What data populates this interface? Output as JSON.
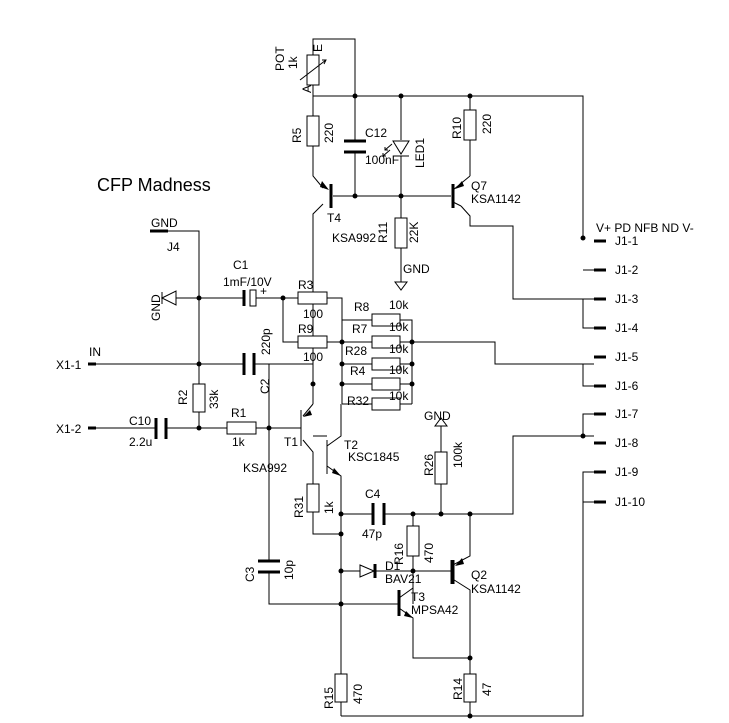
{
  "title": "CFP Madness",
  "connector_header": "V+ PD NFB ND V-",
  "parts": {
    "pot": {
      "ref": "POT",
      "value": "1k",
      "pin_e": "E",
      "pin_a": "A"
    },
    "r5": {
      "ref": "R5",
      "value": "220"
    },
    "c12": {
      "ref": "C12",
      "value": "100nF"
    },
    "led1": {
      "ref": "LED1"
    },
    "r10": {
      "ref": "R10",
      "value": "220"
    },
    "q7": {
      "ref": "Q7",
      "value": "KSA1142"
    },
    "t4": {
      "ref": "T4",
      "value": "KSA992"
    },
    "r11": {
      "ref": "R11",
      "value": "22K"
    },
    "gnd_top": {
      "label": "GND"
    },
    "j4": {
      "ref": "J4",
      "label": "GND"
    },
    "c1": {
      "ref": "C1",
      "value": "1mF/10V",
      "plus": "+"
    },
    "gnd_diode": {
      "label": "GND"
    },
    "r3": {
      "ref": "R3",
      "value": "100"
    },
    "r9": {
      "ref": "R9",
      "value": "100"
    },
    "r8": {
      "ref": "R8",
      "value": "10k"
    },
    "r7": {
      "ref": "R7",
      "value": "10k"
    },
    "r28": {
      "ref": "R28",
      "value": "10k"
    },
    "r4": {
      "ref": "R4",
      "value": "10k"
    },
    "r32": {
      "ref": "R32",
      "value": "10k"
    },
    "c2": {
      "ref": "C2",
      "value": "220p"
    },
    "in": {
      "label": "IN"
    },
    "x1_1": {
      "label": "X1-1"
    },
    "x1_2": {
      "label": "X1-2"
    },
    "r2": {
      "ref": "R2",
      "value": "33k"
    },
    "c10": {
      "ref": "C10",
      "value": "2.2u"
    },
    "r1": {
      "ref": "R1",
      "value": "1k"
    },
    "t1": {
      "ref": "T1",
      "value": "KSA992"
    },
    "t2": {
      "ref": "T2",
      "value": "KSC1845"
    },
    "gnd_r26": {
      "label": "GND"
    },
    "r26": {
      "ref": "R26",
      "value": "100k"
    },
    "r31": {
      "ref": "R31",
      "value": "1k"
    },
    "c4": {
      "ref": "C4",
      "value": "47p"
    },
    "r16": {
      "ref": "R16",
      "value": "470"
    },
    "d1": {
      "ref": "D1",
      "value": "BAV21"
    },
    "q2": {
      "ref": "Q2",
      "value": "KSA1142"
    },
    "c3": {
      "ref": "C3",
      "value": "10p"
    },
    "t3": {
      "ref": "T3",
      "value": "MPSA42"
    },
    "r15": {
      "ref": "R15",
      "value": "470"
    },
    "r14": {
      "ref": "R14",
      "value": "47"
    }
  },
  "connector_pins": [
    "J1-1",
    "J1-2",
    "J1-3",
    "J1-4",
    "J1-5",
    "J1-6",
    "J1-7",
    "J1-8",
    "J1-9",
    "J1-10"
  ]
}
